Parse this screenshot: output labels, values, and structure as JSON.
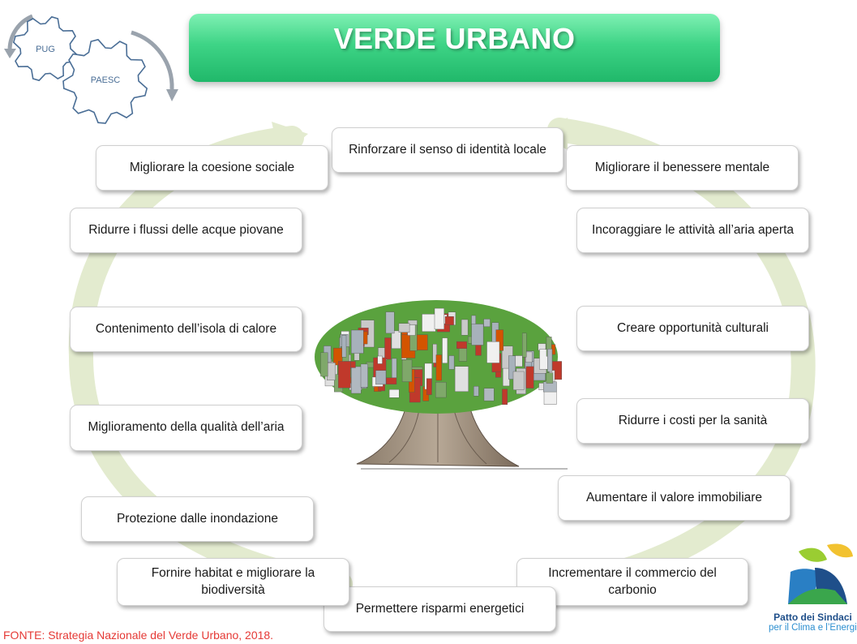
{
  "title": "VERDE URBANO",
  "gears": {
    "left_label": "PUG",
    "right_label": "PAESC"
  },
  "benefits": [
    "Rinforzare il senso di identità locale",
    "Migliorare il benessere mentale",
    "Incoraggiare le attività all’aria aperta",
    "Creare opportunità culturali",
    "Ridurre i costi per la sanità",
    "Aumentare il valore immobiliare",
    "Incrementare il commercio del carbonio",
    "Permettere risparmi energetici",
    "Fornire habitat e migliorare la biodiversità",
    "Protezione dalle inondazione",
    "Miglioramento della qualità dell’aria",
    "Contenimento dell’isola di calore",
    "Ridurre i flussi delle acque piovane",
    "Migliorare la coesione sociale"
  ],
  "source": "FONTE: Strategia Nazionale del Verde Urbano, 2018.",
  "logo": {
    "line1": "Patto dei Sindaci",
    "line2": "per il Clima e l’Energia"
  },
  "colors": {
    "title_banner": "#2ec978",
    "cycle_arrow": "#e3ebcf",
    "source_text": "#e53935",
    "gear_stroke": "#4a6e96"
  }
}
